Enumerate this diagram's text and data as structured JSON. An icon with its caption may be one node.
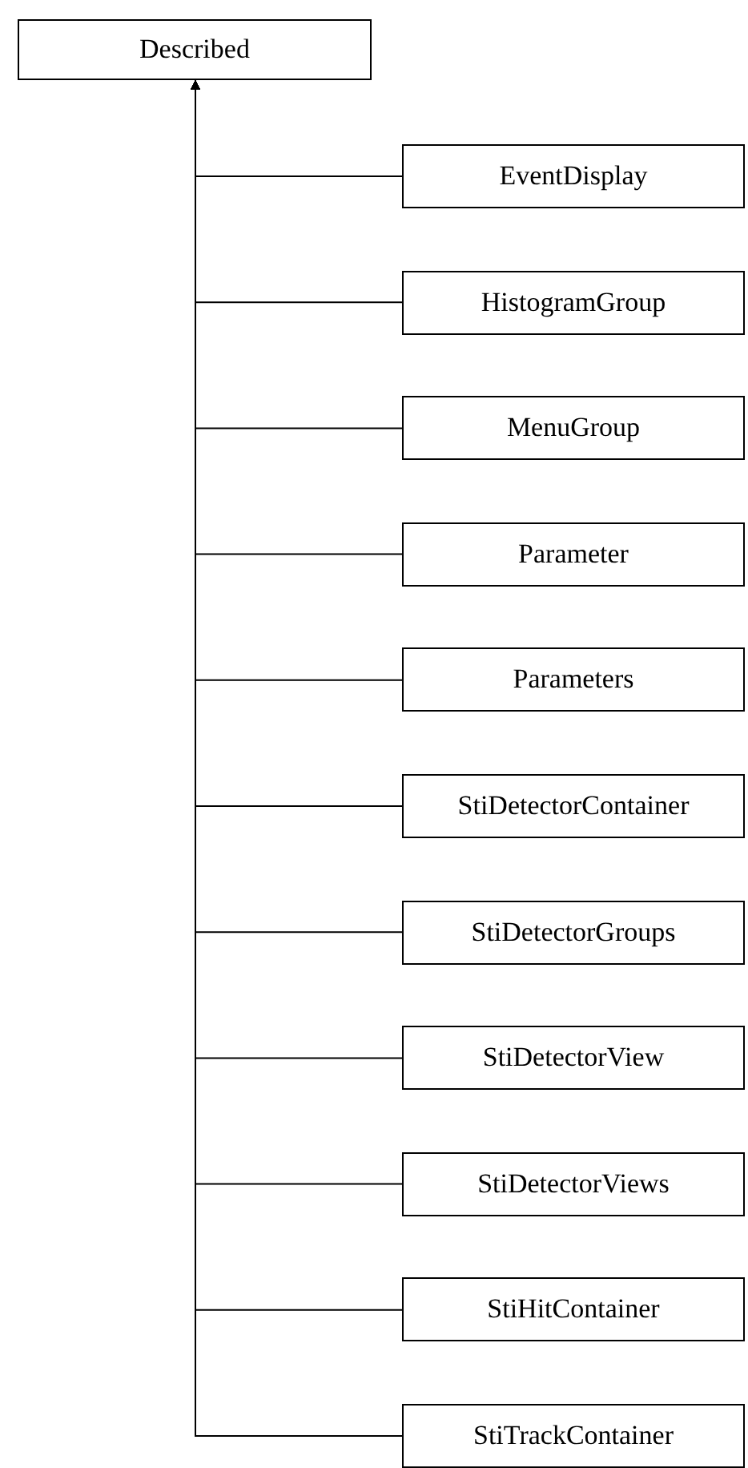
{
  "diagram": {
    "nodes": [
      {
        "text": [
          "Described"
        ]
      },
      {
        "text": [
          "EventDisplay"
        ]
      },
      {
        "text": [
          "HistogramGroup"
        ]
      },
      {
        "text": [
          "MenuGroup"
        ]
      },
      {
        "text": [
          "Parameter"
        ]
      },
      {
        "text": [
          "Parameters"
        ]
      },
      {
        "text": [
          "StiDetectorContainer"
        ]
      },
      {
        "text": [
          "StiDetectorGroups"
        ]
      },
      {
        "text": [
          "StiDetectorView"
        ]
      },
      {
        "text": [
          "StiDetectorViews"
        ]
      },
      {
        "text": [
          "StiHitContainer"
        ]
      },
      {
        "text": [
          "StiTrackContainer"
        ]
      }
    ],
    "edges": [
      {
        "from": 1,
        "to": 0,
        "arrow": "to"
      },
      {
        "from": 2,
        "to": 0,
        "arrow": "to"
      },
      {
        "from": 3,
        "to": 0,
        "arrow": "to"
      },
      {
        "from": 4,
        "to": 0,
        "arrow": "to"
      },
      {
        "from": 5,
        "to": 0,
        "arrow": "to"
      },
      {
        "from": 6,
        "to": 0,
        "arrow": "to"
      },
      {
        "from": 7,
        "to": 0,
        "arrow": "to"
      },
      {
        "from": 8,
        "to": 0,
        "arrow": "to"
      },
      {
        "from": 9,
        "to": 0,
        "arrow": "to"
      },
      {
        "from": 10,
        "to": 0,
        "arrow": "to"
      },
      {
        "from": 11,
        "to": 0,
        "arrow": "to"
      }
    ]
  }
}
